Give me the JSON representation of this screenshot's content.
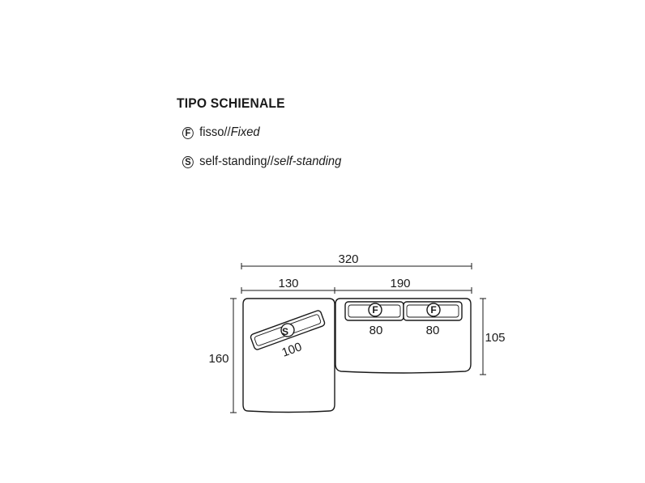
{
  "legend": {
    "title": "TIPO SCHIENALE",
    "items": [
      {
        "symbol": "F",
        "label": "fisso//",
        "label_italic": "Fixed"
      },
      {
        "symbol": "S",
        "label": "self-standing//",
        "label_italic": "self-standing"
      }
    ]
  },
  "dimensions": {
    "total_width": "320",
    "left_width": "130",
    "right_width": "190",
    "total_depth": "160",
    "right_depth": "105"
  },
  "cushions": [
    {
      "symbol": "S",
      "size": "100"
    },
    {
      "symbol": "F",
      "size": "80"
    },
    {
      "symbol": "F",
      "size": "80"
    }
  ]
}
